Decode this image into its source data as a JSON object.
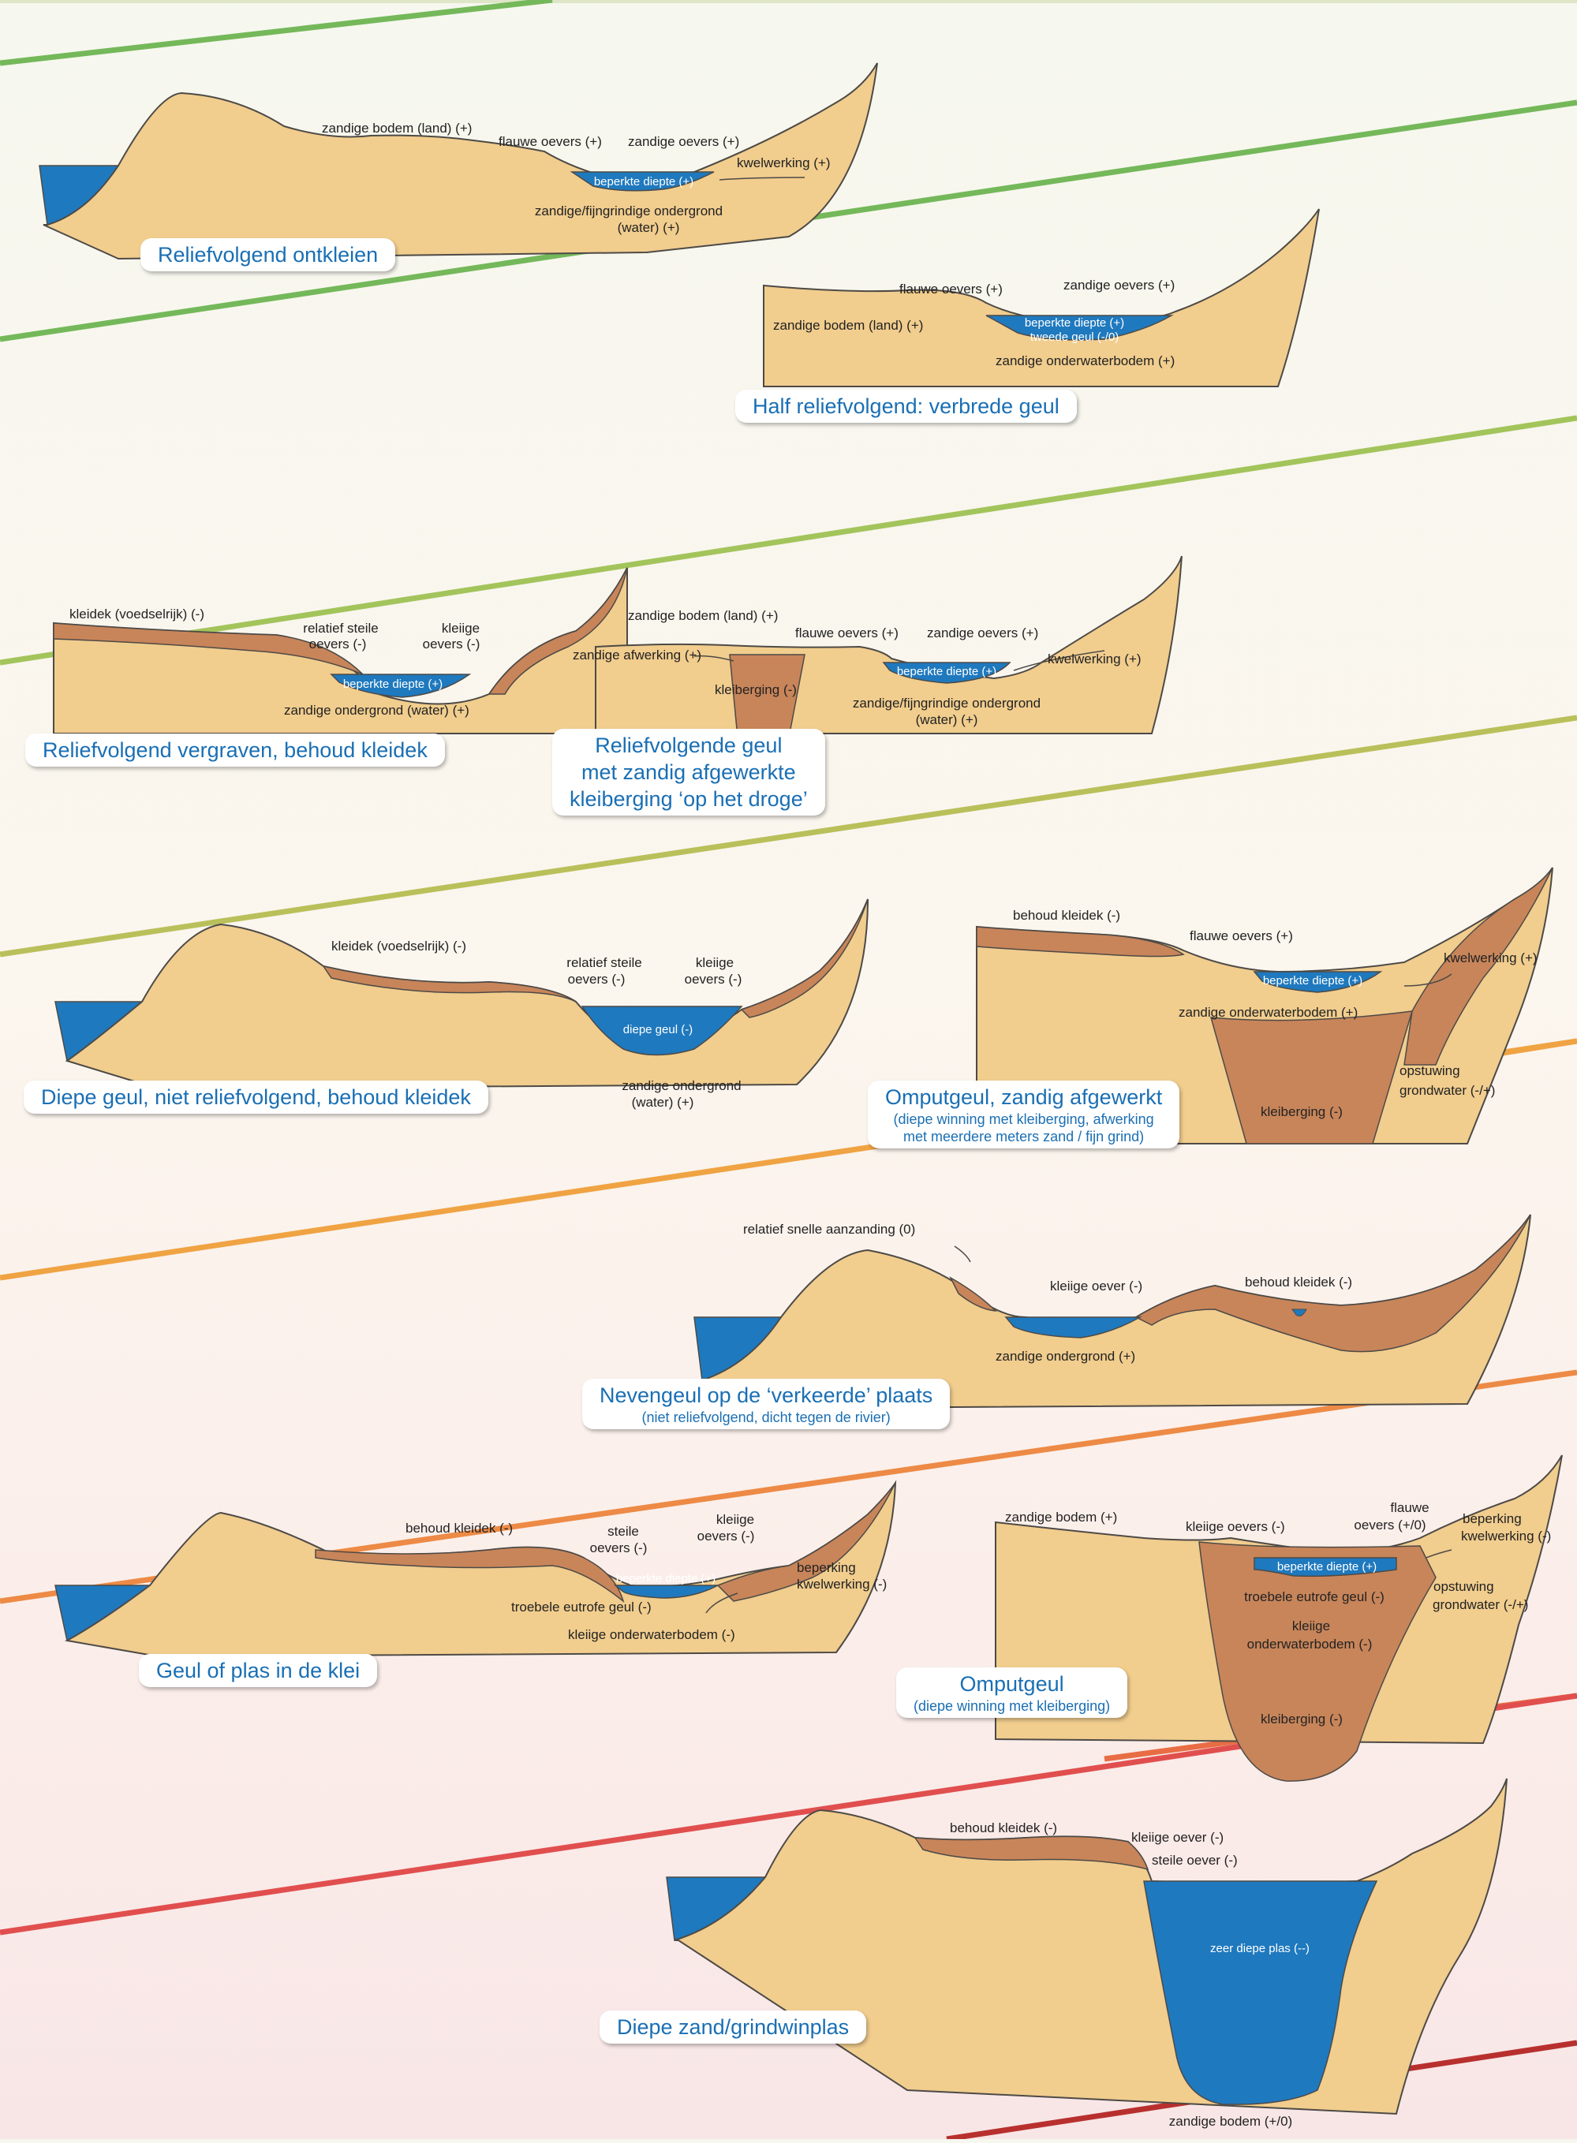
{
  "colors": {
    "sand": "#f1cd8e",
    "clay": "#c8855a",
    "water": "#1f79be",
    "outline": "#4d4a46",
    "title_text": "#1a6fb4",
    "stripes": [
      "#74b85a",
      "#74b85a",
      "#a3c45b",
      "#b9c05a",
      "#f0a343",
      "#f0a343",
      "#ed8a45",
      "#e86d44",
      "#e04f4e",
      "#b8302e"
    ]
  },
  "panels": [
    {
      "title": "Reliefvolgend ontkleien",
      "labels": [
        "zandige bodem (land) (+)",
        "flauwe oevers (+)",
        "zandige oevers (+)",
        "kwelwerking (+)",
        "zandige/fijngrindige ondergrond",
        "(water) (+)"
      ],
      "water_labels": [
        "beperkte diepte (+)"
      ]
    },
    {
      "title": "Half reliefvolgend: verbrede geul",
      "labels": [
        "flauwe oevers (+)",
        "zandige oevers (+)",
        "zandige bodem (land) (+)",
        "zandige onderwaterbodem (+)"
      ],
      "water_labels": [
        "beperkte diepte (+)",
        "tweede geul (-/0)"
      ]
    },
    {
      "title": "Reliefvolgend vergraven, behoud kleidek",
      "labels": [
        "kleidek (voedselrijk) (-)",
        "relatief steile",
        "oevers (-)",
        "kleiige",
        "oevers (-)",
        "zandige ondergrond (water) (+)"
      ],
      "water_labels": [
        "beperkte diepte (+)"
      ]
    },
    {
      "title_lines": [
        "Reliefvolgende geul",
        "met zandig afgewerkte",
        "kleiberging ‘op het droge’"
      ],
      "labels": [
        "zandige bodem (land) (+)",
        "zandige afwerking (+)",
        "flauwe oevers (+)",
        "zandige oevers (+)",
        "kwelwerking (+)",
        "kleiberging (-)",
        "zandige/fijngrindige ondergrond",
        "(water) (+)"
      ],
      "water_labels": [
        "beperkte diepte (+)"
      ]
    },
    {
      "title": "Diepe geul, niet reliefvolgend, behoud kleidek",
      "labels": [
        "kleidek (voedselrijk) (-)",
        "relatief steile",
        "oevers (-)",
        "kleiige",
        "oevers (-)",
        "zandige ondergrond",
        "(water) (+)"
      ],
      "water_labels": [
        "diepe geul (-)"
      ]
    },
    {
      "title": "Omputgeul, zandig afgewerkt",
      "subtitle_lines": [
        "(diepe winning met kleiberging, afwerking",
        "met meerdere meters zand / fijn grind)"
      ],
      "labels": [
        "behoud kleidek (-)",
        "flauwe oevers (+)",
        "kwelwerking (+)",
        "zandige onderwaterbodem (+)",
        "opstuwing",
        "grondwater (-/+)",
        "kleiberging (-)"
      ],
      "water_labels": [
        "beperkte diepte (+)"
      ]
    },
    {
      "title": "Nevengeul op de ‘verkeerde’ plaats",
      "subtitle": "(niet reliefvolgend, dicht tegen de rivier)",
      "labels": [
        "relatief snelle aanzanding (0)",
        "kleiige oever (-)",
        "behoud kleidek (-)",
        "zandige ondergrond (+)"
      ],
      "water_labels": []
    },
    {
      "title": "Geul of plas in de klei",
      "labels": [
        "behoud kleidek (-)",
        "steile",
        "oevers (-)",
        "kleiige",
        "oevers (-)",
        "beperking",
        "kwelwerking (-)",
        "troebele eutrofe geul (-)",
        "kleiige onderwaterbodem (-)"
      ],
      "water_labels": [
        "beperkte diepte (+)"
      ]
    },
    {
      "title": "Omputgeul",
      "subtitle": "(diepe winning met kleiberging)",
      "labels": [
        "zandige bodem (+)",
        "kleiige oevers (-)",
        "flauwe",
        "oevers (+/0)",
        "beperking",
        "kwelwerking (-)",
        "opstuwing",
        "grondwater (-/+)",
        "troebele eutrofe geul (-)",
        "kleiige",
        "onderwaterbodem (-)",
        "kleiberging (-)"
      ],
      "water_labels": [
        "beperkte diepte (+)"
      ]
    },
    {
      "title": "Diepe zand/grindwinplas",
      "labels": [
        "behoud kleidek (-)",
        "kleiige oever (-)",
        "steile oever (-)",
        "zandige bodem (+/0)"
      ],
      "water_labels": [
        "zeer diepe plas (--)"
      ]
    }
  ]
}
